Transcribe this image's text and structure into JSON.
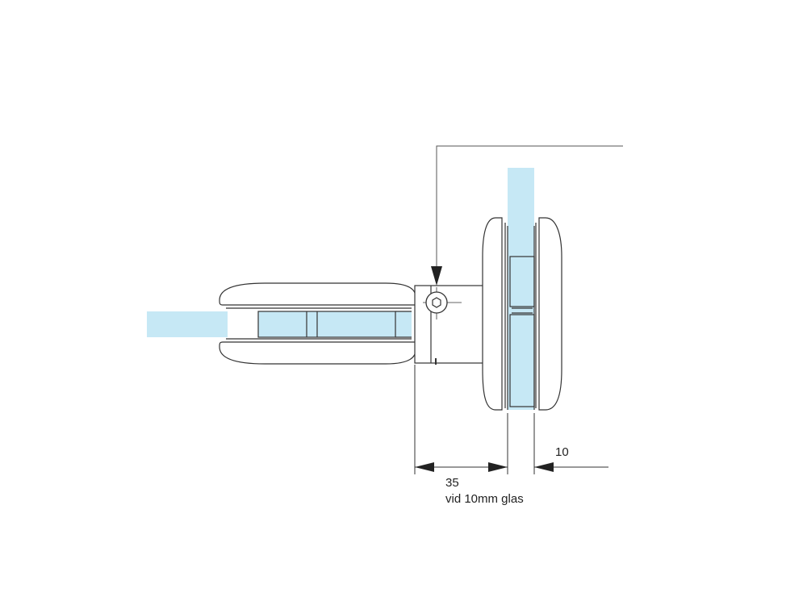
{
  "drawing": {
    "glass_color": "#c6e8f5",
    "line_color": "#333333",
    "background": "#ffffff"
  },
  "dimensions": {
    "offset_value": "35",
    "offset_note": "vid 10mm glas",
    "glass_thickness_value": "10"
  }
}
